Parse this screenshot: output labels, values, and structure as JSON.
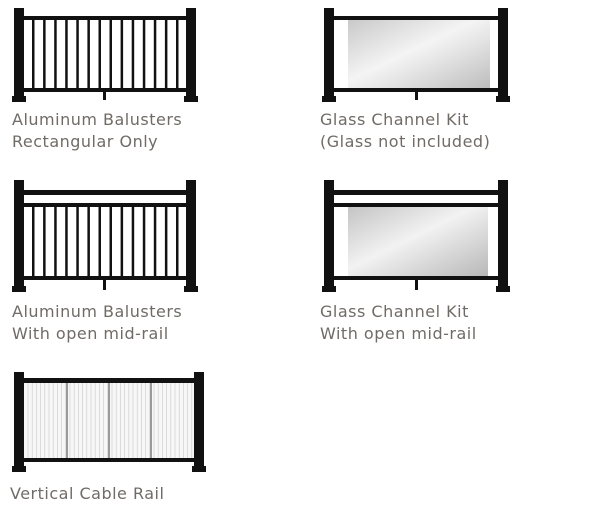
{
  "options": [
    {
      "id": "aluminum-rect",
      "line1": "Aluminum Balusters",
      "line2": "Rectangular Only"
    },
    {
      "id": "glass-rect",
      "line1": "Glass Channel Kit",
      "line2": "(Glass not included)"
    },
    {
      "id": "aluminum-mid",
      "line1": "Aluminum Balusters",
      "line2": "With open mid-rail"
    },
    {
      "id": "glass-mid",
      "line1": "Glass Channel Kit",
      "line2": "With open mid-rail"
    },
    {
      "id": "cable-vertical",
      "line1": "Vertical Cable Rail",
      "line2": ""
    }
  ],
  "colors": {
    "frame": "#111111",
    "label": "#706b66"
  }
}
